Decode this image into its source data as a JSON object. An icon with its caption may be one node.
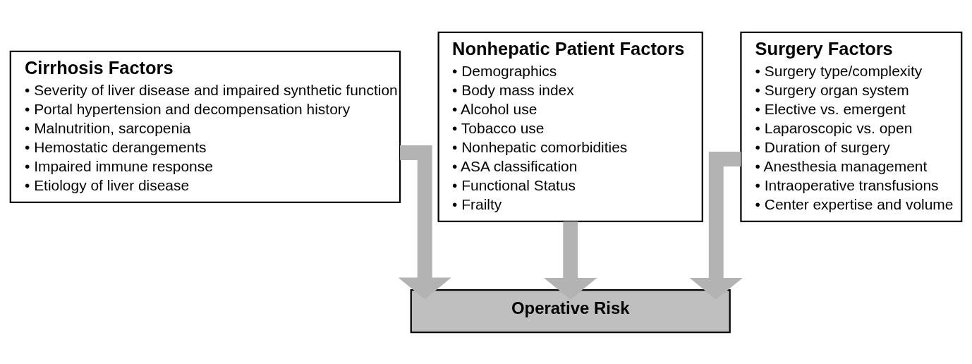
{
  "diagram": {
    "nodes": [
      {
        "text": [
          "Cirrhosis Factors",
          "• Severity of liver disease and impaired synthetic function",
          "• Portal hypertension and decompensation history",
          "• Malnutrition, sarcopenia",
          "• Hemostatic derangements",
          "• Impaired immune response",
          "• Etiology of liver disease"
        ]
      },
      {
        "text": [
          "Nonhepatic Patient Factors",
          "• Demographics",
          "• Body mass index",
          "• Alcohol use",
          "• Tobacco use",
          "• Nonhepatic comorbidities",
          "• ASA classification",
          "• Functional Status",
          "• Frailty"
        ]
      },
      {
        "text": [
          "Surgery Factors",
          "• Surgery type/complexity",
          "• Surgery organ system",
          "• Elective vs. emergent",
          "• Laparoscopic vs. open",
          "• Duration of surgery",
          "• Anesthesia management",
          "• Intraoperative transfusions",
          "• Center expertise and volume"
        ]
      },
      {
        "text": [
          "Operative Risk"
        ]
      }
    ],
    "edges": [
      {
        "from": 0,
        "to": 3,
        "arrow": "to"
      },
      {
        "from": 1,
        "to": 3,
        "arrow": "to"
      },
      {
        "from": 2,
        "to": 3,
        "arrow": "to"
      }
    ]
  }
}
